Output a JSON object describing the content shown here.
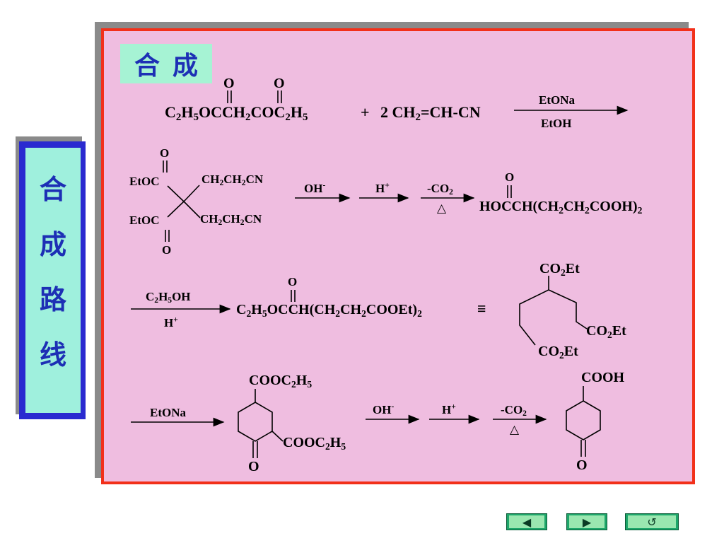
{
  "sidebar": {
    "chars": [
      "合",
      "成",
      "路",
      "线"
    ]
  },
  "title": "合成",
  "reaction1": {
    "reactant_a_carbonyls": [
      "O",
      "O"
    ],
    "reactant_a": "C<sub>2</sub>H<sub>5</sub>OCCH<sub>2</sub>COC<sub>2</sub>H<sub>5</sub>",
    "plus": "+",
    "reactant_b": "2 CH<sub>2</sub>=CH-CN",
    "reagent_top": "EtONa",
    "reagent_bottom": "EtOH"
  },
  "reaction2": {
    "top_o": "O",
    "bottom_o": "O",
    "etoc_top": "EtOC",
    "etoc_bottom": "EtOC",
    "chain_top": "CH<sub>2</sub>CH<sub>2</sub>CN",
    "chain_bottom": "CH<sub>2</sub>CH<sub>2</sub>CN",
    "step1": "OH<sup>-</sup>",
    "step2": "H<sup>+</sup>",
    "step3_top": "-CO<sub>2</sub>",
    "step3_bottom": "△",
    "product_o": "O",
    "product": "HOCCH(CH<sub>2</sub>CH<sub>2</sub>COOH)<sub>2</sub>"
  },
  "reaction3": {
    "reagent_top": "C<sub>2</sub>H<sub>5</sub>OH",
    "reagent_bottom": "H<sup>+</sup>",
    "product_o": "O",
    "product": "C<sub>2</sub>H<sub>5</sub>OCCH(CH<sub>2</sub>CH<sub>2</sub>COOEt)<sub>2</sub>",
    "equiv": "≡",
    "skel_top": "CO<sub>2</sub>Et",
    "skel_right": "CO<sub>2</sub>Et",
    "skel_bottom": "CO<sub>2</sub>Et"
  },
  "reaction4": {
    "reagent": "EtONa",
    "ring_top": "COOC<sub>2</sub>H<sub>5</sub>",
    "ring_right": "COOC<sub>2</sub>H<sub>5</sub>",
    "ring_o": "O",
    "step1": "OH<sup>-</sup>",
    "step2": "H<sup>+</sup>",
    "step3_top": "-CO<sub>2</sub>",
    "step3_bottom": "△",
    "final_top": "COOH",
    "final_o": "O"
  },
  "nav": {
    "prev_icon": "◀",
    "next_icon": "▶",
    "return_icon": "↺"
  }
}
